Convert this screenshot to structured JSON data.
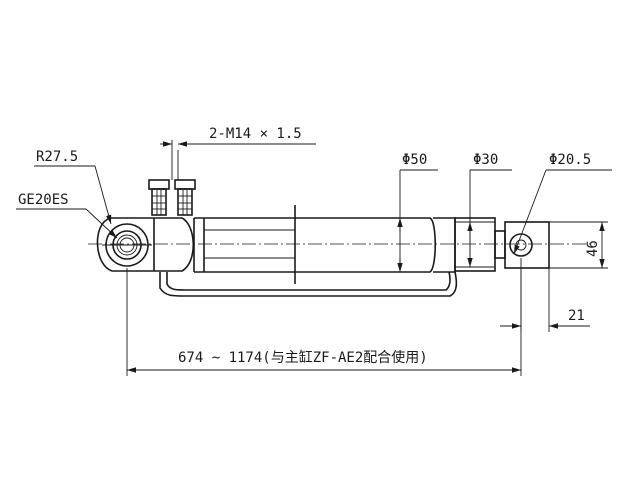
{
  "labels": {
    "radius": "R27.5",
    "bearing": "GE20ES",
    "thread": "2-M14 × 1.5",
    "dia_barrel": "Φ50",
    "dia_gland": "Φ30",
    "dia_pin": "Φ20.5",
    "height_46": "46",
    "offset_21": "21",
    "length": "674 ~ 1174(与主缸ZF-AE2配合使用)"
  },
  "colors": {
    "line": "#1a1a1a",
    "background": "#ffffff"
  }
}
